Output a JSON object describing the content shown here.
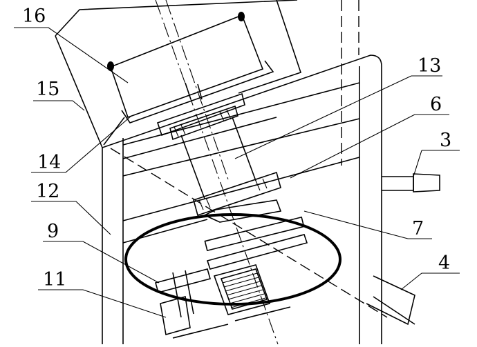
{
  "diagram": {
    "labels": [
      {
        "id": "label-16",
        "text": "16"
      },
      {
        "id": "label-15",
        "text": "15"
      },
      {
        "id": "label-14",
        "text": "14"
      },
      {
        "id": "label-12",
        "text": "12"
      },
      {
        "id": "label-9",
        "text": "9"
      },
      {
        "id": "label-11",
        "text": "11"
      },
      {
        "id": "label-13",
        "text": "13"
      },
      {
        "id": "label-6",
        "text": "6"
      },
      {
        "id": "label-3",
        "text": "3"
      },
      {
        "id": "label-7",
        "text": "7"
      },
      {
        "id": "label-4",
        "text": "4"
      }
    ]
  }
}
